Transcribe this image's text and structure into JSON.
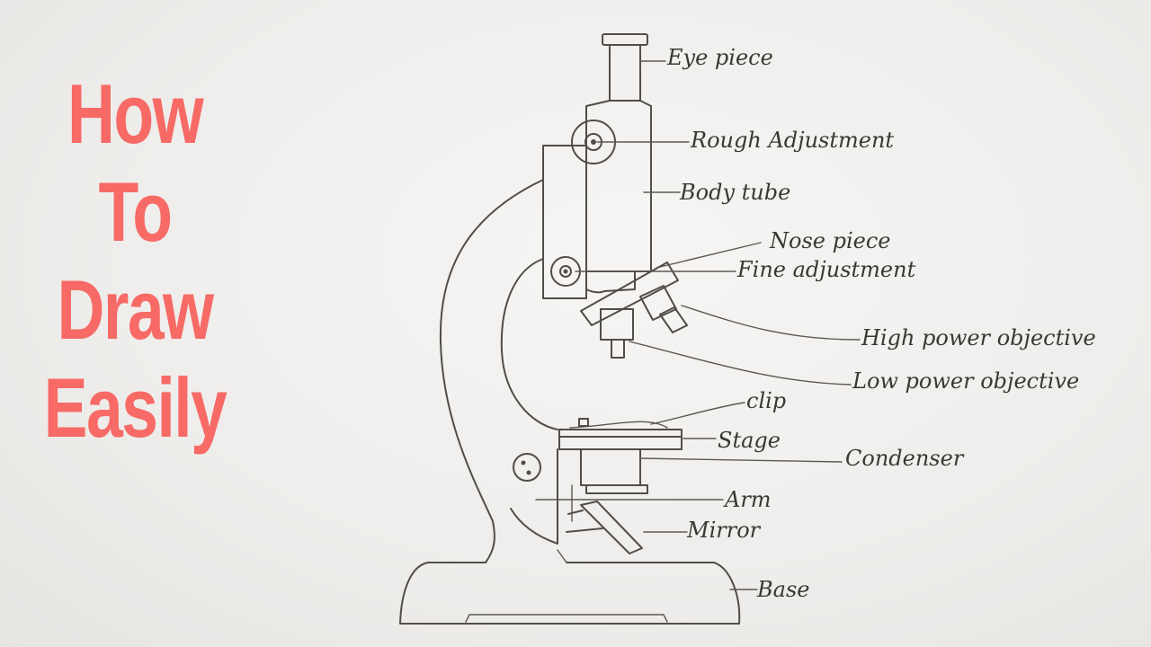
{
  "title_lines": [
    "How",
    "To",
    "Draw",
    "Easily"
  ],
  "labels": {
    "eye_piece": "Eye piece",
    "rough_adjustment": "Rough Adjustment",
    "body_tube": "Body tube",
    "nose_piece": "Nose piece",
    "fine_adjustment": "Fine adjustment",
    "high_power_objective": "High power objective",
    "low_power_objective": "Low power objective",
    "clip": "clip",
    "stage": "Stage",
    "condenser": "Condenser",
    "arm": "Arm",
    "mirror": "Mirror",
    "base": "Base"
  },
  "colors": {
    "title": "#f76a66",
    "ink": "#514d47",
    "paper": "#efeeec"
  }
}
